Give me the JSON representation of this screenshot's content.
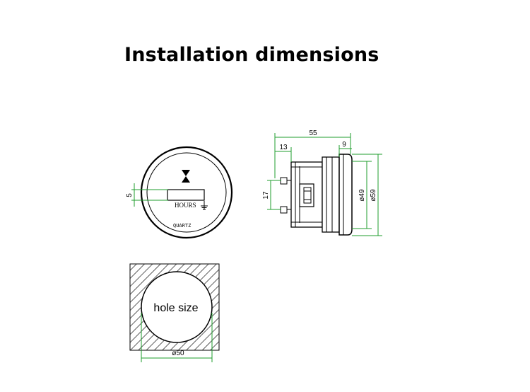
{
  "title": "Installation dimensions",
  "colors": {
    "dimension_line": "#1f9e2e",
    "outline": "#000000"
  },
  "front_view": {
    "display_label": "HOURS",
    "brand_label": "QUARTZ",
    "dimension_window": "5",
    "icons": [
      "hourglass-icon",
      "ground-symbol-icon"
    ]
  },
  "side_view": {
    "dimension_total_length": "55",
    "dimension_terminal_length": "13",
    "dimension_bezel_depth": "9",
    "dimension_terminal_spacing": "17",
    "dimension_body_diameter": "ø49",
    "dimension_bezel_diameter": "ø59"
  },
  "hole_view": {
    "label": "hole size",
    "dimension_hole_diameter": "ø50"
  }
}
